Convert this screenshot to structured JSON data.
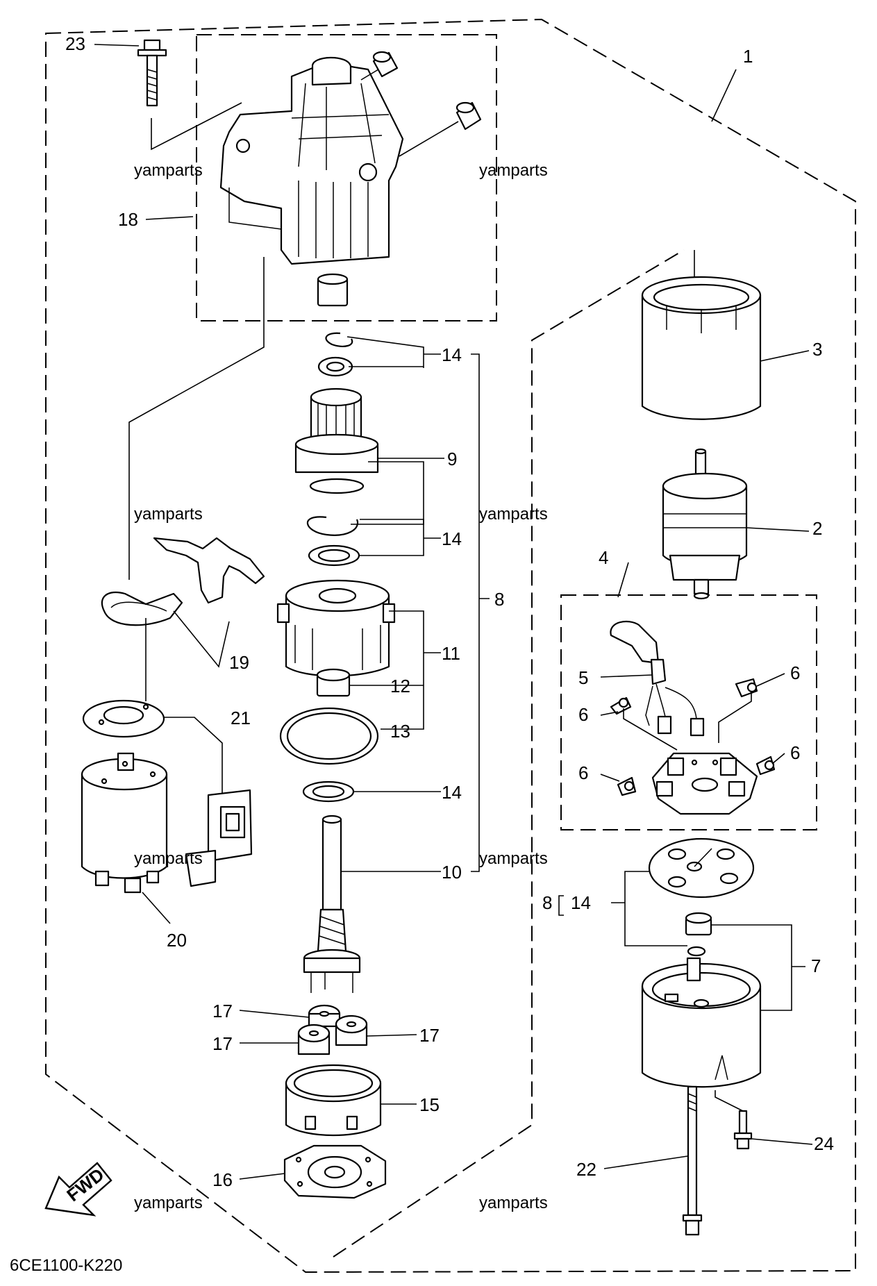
{
  "diagram": {
    "code": "6CE1100-K220",
    "fwd_label": "FWD",
    "watermark": "yamparts",
    "callouts": {
      "c1": "1",
      "c2": "2",
      "c3": "3",
      "c4": "4",
      "c5": "5",
      "c6a": "6",
      "c6b": "6",
      "c6c": "6",
      "c6d": "6",
      "c7": "7",
      "c8": "8",
      "c8b": "8",
      "c9": "9",
      "c10": "10",
      "c11": "11",
      "c12": "12",
      "c13": "13",
      "c14a": "14",
      "c14b": "14",
      "c14c": "14",
      "c14d": "14",
      "c15": "15",
      "c16": "16",
      "c17a": "17",
      "c17b": "17",
      "c17c": "17",
      "c18": "18",
      "c19": "19",
      "c20": "20",
      "c21": "21",
      "c22": "22",
      "c23": "23",
      "c24": "24"
    }
  }
}
